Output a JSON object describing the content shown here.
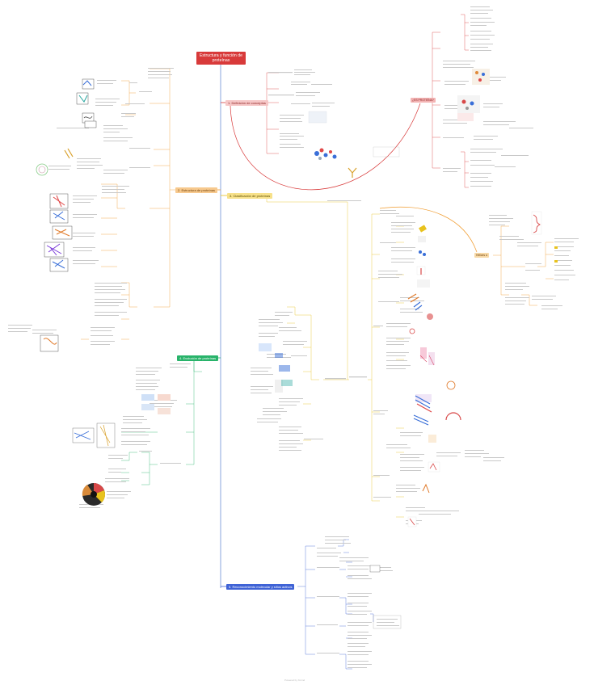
{
  "root": {
    "title": "Estructura y función de proteínas"
  },
  "branches": {
    "b1": "1. Definición de conceptos",
    "b2": "2. Estructura de proteínas",
    "b3": "3. Clasificación de proteínas",
    "b4": "4. Evolución de proteínas",
    "b5": "5. Reconocimiento molecular y sitios activos"
  },
  "hubs": {
    "proteinas": "¿ES PROTEÍNA?",
    "helices": "Hélices α"
  },
  "footer": "Powered by Xmind",
  "colors": {
    "root": "#d83a3a",
    "branch1": "#d83a3a",
    "branch2": "#f09a2c",
    "branch3": "#e8c21d",
    "branch4": "#28b36a",
    "branch5": "#3f63d6",
    "trunk": "#6c8fd6"
  }
}
